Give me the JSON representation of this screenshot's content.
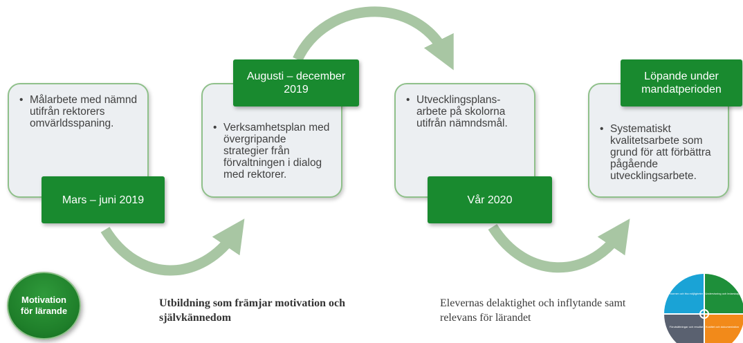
{
  "steps": [
    {
      "bullet": "Målarbete med nämnd utifrån rektorers omvärldsspaning.",
      "label": "Mars – juni 2019"
    },
    {
      "bullet": "Verksamhetsplan med övergripande strategier från förvaltningen i dialog med rektorer.",
      "label": "Augusti – december 2019"
    },
    {
      "bullet": "Utvecklingsplans-arbete på skolorna utifrån nämndsmål.",
      "label": "Vår 2020"
    },
    {
      "bullet": "Systematiskt kvalitetsarbete som grund för att förbättra pågående utvecklingsarbete.",
      "label": "Löpande under mandatperioden"
    }
  ],
  "badge": {
    "text": "Motivation för lärande"
  },
  "captions": {
    "left": "Utbildning som främjar motivation och självkännedom",
    "right": "Elevernas delaktighet och inflytande samt relevans för lärandet"
  },
  "wheel": {
    "quadrants": [
      {
        "text": "Normer och fria möjligheter",
        "color": "#1aa3d6"
      },
      {
        "text": "Undervisning och ledarskap",
        "color": "#1e8f3a"
      },
      {
        "text": "Förutsättningar och resultat",
        "color": "#5a6170"
      },
      {
        "text": "Kvalitet och dokumentation",
        "color": "#f28a1a"
      }
    ]
  },
  "colors": {
    "accent_green": "#198a2f",
    "arrow": "#a8c6a3",
    "card_border": "#8fc08a",
    "card_fill": "#eceff2"
  }
}
